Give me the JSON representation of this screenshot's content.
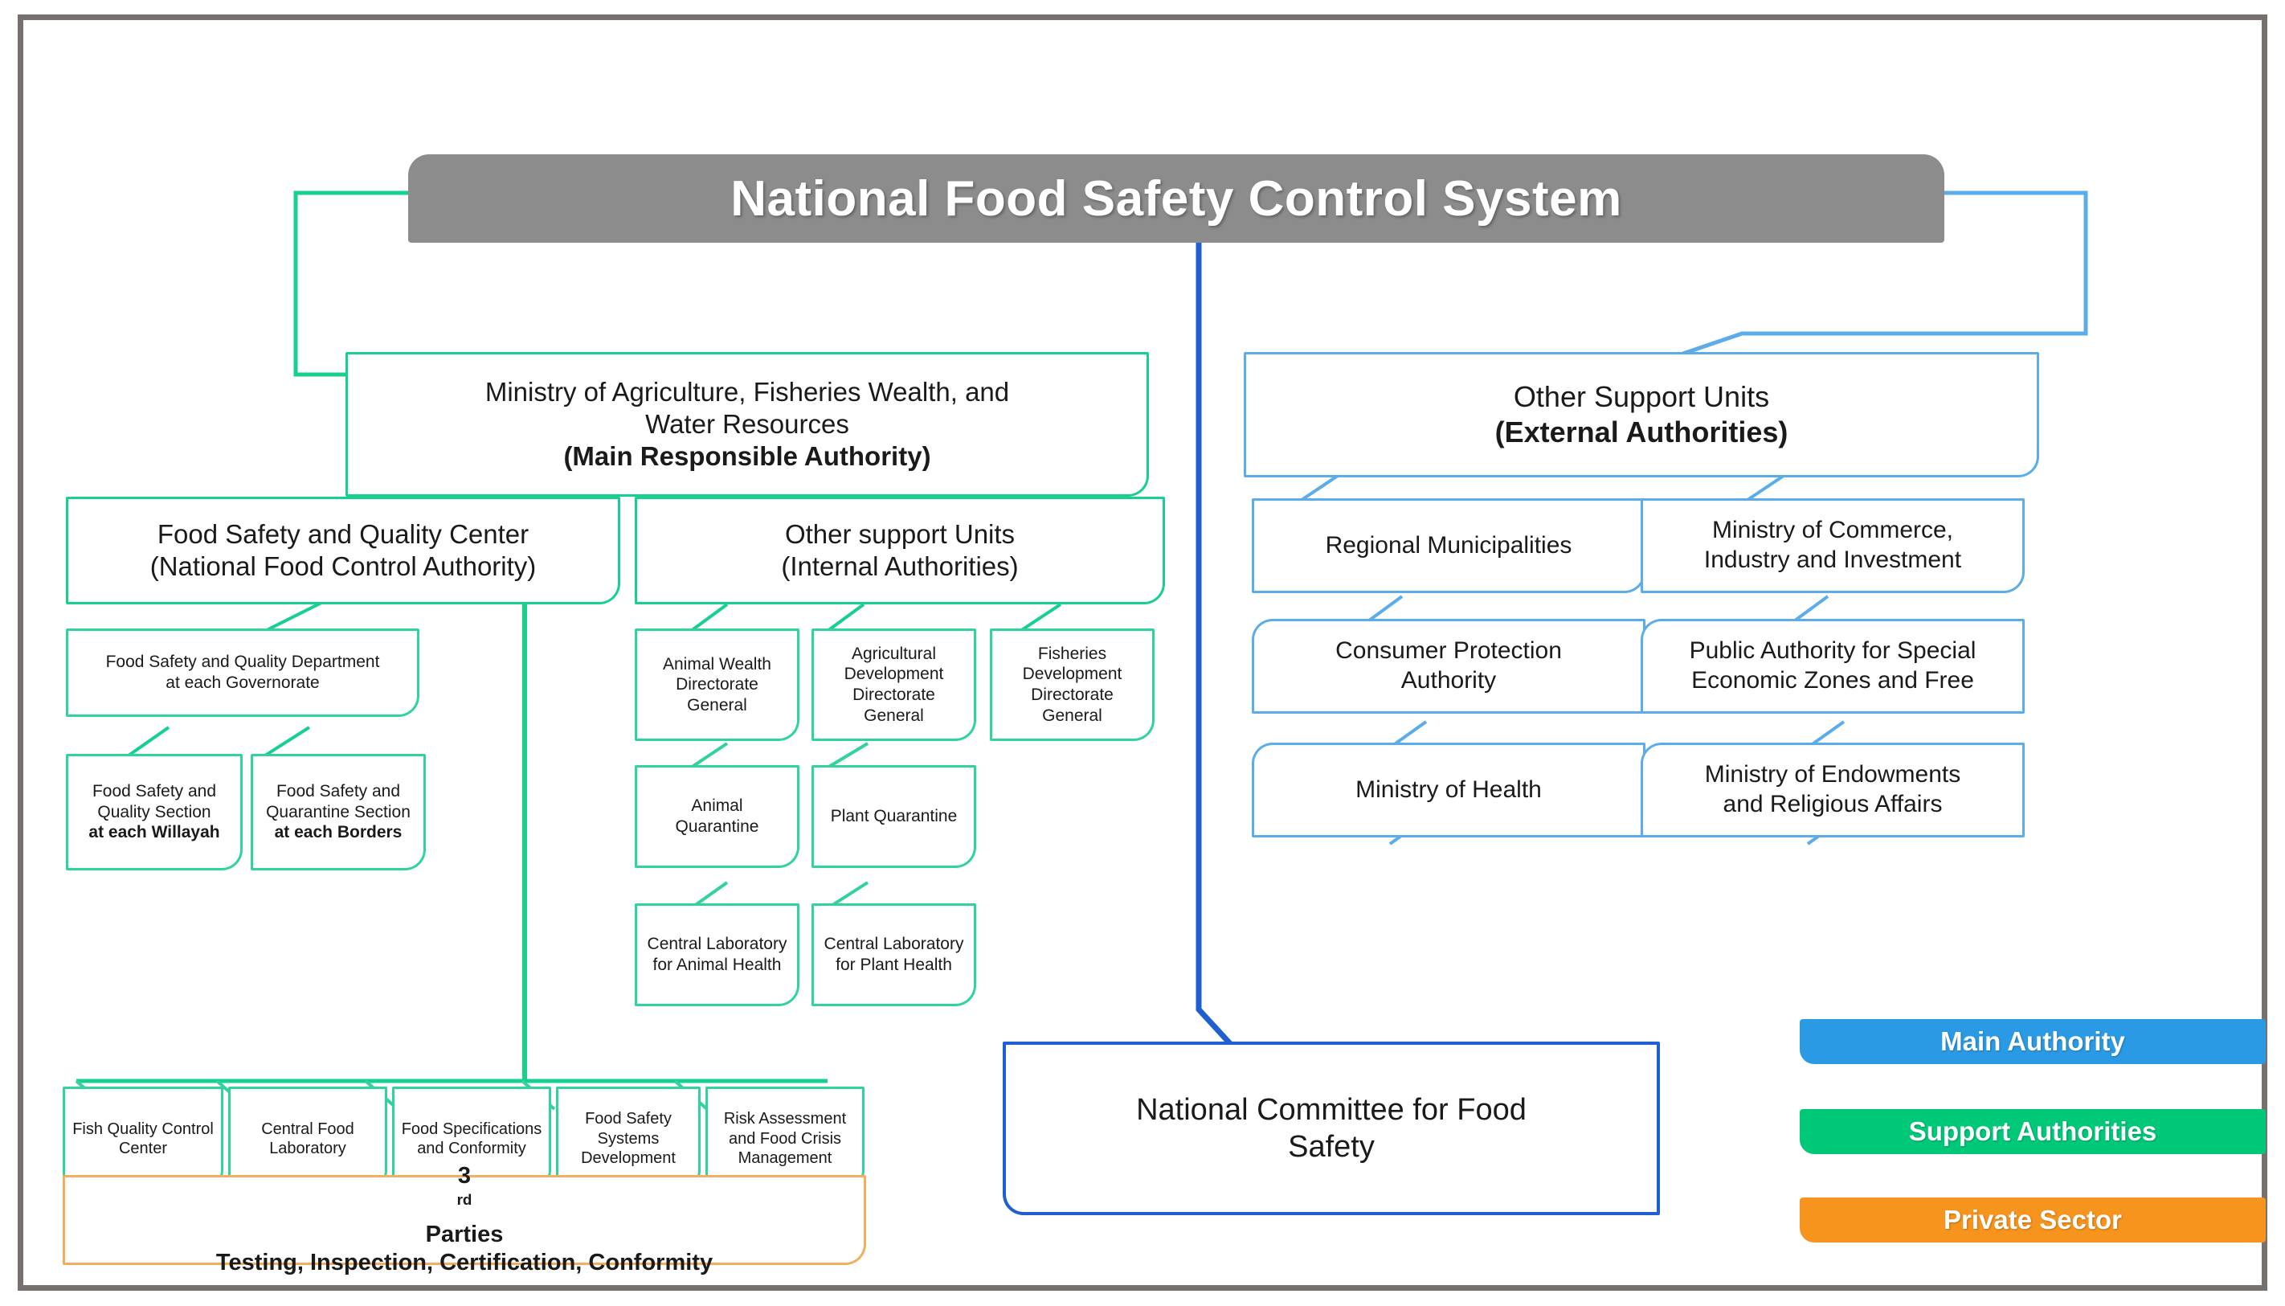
{
  "diagram": {
    "title": "National Food Safety Control System",
    "colors": {
      "title_bar": "#8c8c8c",
      "main_authority": "#2b9ae4",
      "support_authorities": "#00c879",
      "private_sector": "#f7941e",
      "green_line": "#16d08e",
      "light_blue_line": "#5aaceb",
      "dark_blue_line": "#1f5fd0",
      "orange_line": "#f4ad5c",
      "frame": "#77706f"
    },
    "branches": {
      "left": {
        "name": "ministry-branch",
        "root": {
          "line1": "Ministry of Agriculture, Fisheries Wealth, and",
          "line2": "Water Resources",
          "line3": "(Main Responsible Authority)"
        },
        "columns": [
          {
            "header_line1": "Food Safety and Quality Center",
            "header_line2": "(National Food Control Authority)",
            "children": [
              {
                "line1": "Food Safety and Quality Department",
                "line2": "at each Governorate"
              },
              {
                "line1": "Food Safety and",
                "line2": "Quality Section",
                "line3": "at each Willayah"
              },
              {
                "line1": "Food Safety and",
                "line2": "Quarantine Section",
                "line3": "at each Borders"
              }
            ]
          },
          {
            "header_line1": "Other support Units",
            "header_line2": "(Internal Authorities)",
            "children": [
              {
                "line1": "Animal Wealth",
                "line2": "Directorate",
                "line3": "General"
              },
              {
                "line1": "Agricultural",
                "line2": "Development",
                "line3": "Directorate",
                "line4": "General"
              },
              {
                "line1": "Fisheries",
                "line2": "Development",
                "line3": "Directorate",
                "line4": "General"
              },
              {
                "line1": "Animal",
                "line2": "Quarantine"
              },
              {
                "line1": "Plant Quarantine"
              },
              {
                "line1": "Central Laboratory",
                "line2": "for Animal Health"
              },
              {
                "line1": "Central Laboratory",
                "line2": "for Plant Health"
              }
            ]
          }
        ],
        "bottom_units": [
          {
            "line1": "Fish Quality Control",
            "line2": "Center"
          },
          {
            "line1": "Central Food",
            "line2": "Laboratory"
          },
          {
            "line1": "Food Specifications",
            "line2": "and Conformity"
          },
          {
            "line1": "Food Safety",
            "line2": "Systems",
            "line3": "Development"
          },
          {
            "line1": "Risk Assessment",
            "line2": "and Food Crisis",
            "line3": "Management"
          }
        ],
        "third_parties": {
          "line1_prefix": "3",
          "line1_sup": "rd",
          "line1_suffix": "Parties",
          "line2": "Testing, Inspection, Certification, Conformity"
        }
      },
      "right": {
        "name": "external-branch",
        "root": {
          "line1": "Other Support Units",
          "line2": "(External Authorities)"
        },
        "children": [
          {
            "line1": "Regional Municipalities"
          },
          {
            "line1": "Ministry of Commerce,",
            "line2": "Industry and Investment"
          },
          {
            "line1": "Consumer Protection",
            "line2": "Authority"
          },
          {
            "line1": "Public Authority for Special",
            "line2": "Economic Zones and Free"
          },
          {
            "line1": "Ministry of Health"
          },
          {
            "line1": "Ministry of Endowments",
            "line2": "and Religious Affairs"
          }
        ]
      },
      "committee": {
        "line1": "National Committee for Food",
        "line2": "Safety"
      }
    },
    "legend": [
      {
        "label": "Main Authority",
        "color": "#2b9ae4",
        "key": "main-authority"
      },
      {
        "label": "Support Authorities",
        "color": "#00c879",
        "key": "support-authorities"
      },
      {
        "label": "Private Sector",
        "color": "#f7941e",
        "key": "private-sector"
      }
    ]
  }
}
